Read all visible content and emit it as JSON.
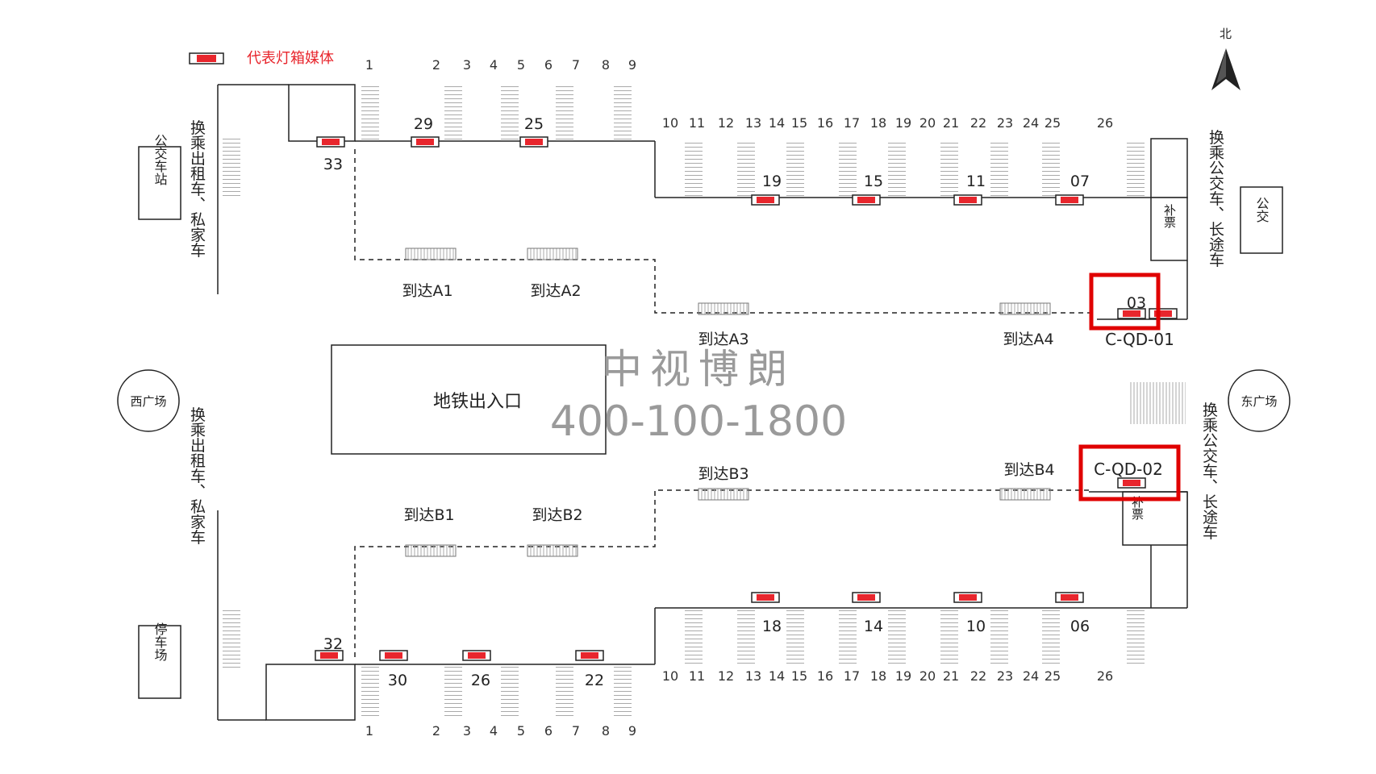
{
  "legend": {
    "label": "代表灯箱媒体",
    "color": "#e8262d"
  },
  "compass": {
    "label": "北"
  },
  "west_plaza": "西广场",
  "east_plaza": "东广场",
  "bus_station": "公交车站",
  "parking": "停车场",
  "bus_east": "公交",
  "transfer_taxi": "换乘出租车、私家车",
  "transfer_bus": "换乘公交车、长途车",
  "supplement_ticket": "补票",
  "subway": "地铁出入口",
  "watermark": {
    "name": "中视博朗",
    "phone": "400-100-1800"
  },
  "arrivals": {
    "a1": "到达A1",
    "a2": "到达A2",
    "a3": "到达A3",
    "a4": "到达A4",
    "b1": "到达B1",
    "b2": "到达B2",
    "b3": "到达B3",
    "b4": "到达B4"
  },
  "platform_numbers": [
    "1",
    "2",
    "3",
    "4",
    "5",
    "6",
    "7",
    "8",
    "9"
  ],
  "track_numbers": [
    "10",
    "11",
    "12",
    "13",
    "14",
    "15",
    "16",
    "17",
    "18",
    "19",
    "20",
    "21",
    "22",
    "23",
    "24",
    "25",
    "26"
  ],
  "north_media": {
    "m33": "33",
    "m29": "29",
    "m25": "25",
    "m19": "19",
    "m15": "15",
    "m11": "11",
    "m07": "07",
    "m03": "03"
  },
  "south_media": {
    "m32": "32",
    "m30": "30",
    "m26": "26",
    "m22": "22",
    "m18": "18",
    "m14": "14",
    "m10": "10",
    "m06": "06"
  },
  "highlight_1": "C-QD-01",
  "highlight_2": "C-QD-02"
}
